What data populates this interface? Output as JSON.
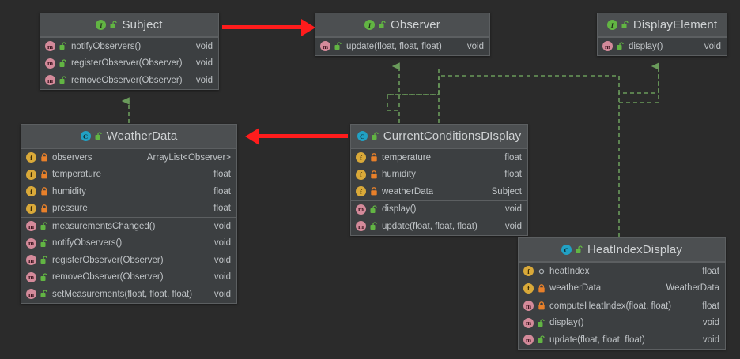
{
  "diagram": {
    "kind": "uml-class-diagram",
    "background": "#2b2b2b",
    "colors": {
      "node_body": "#3c3f41",
      "node_header": "#4c4f51",
      "border": "#5c5f61",
      "text": "#bfc3c6",
      "title_text": "#cfd2d4",
      "interface_icon": "#62b543",
      "class_icon": "#21a1c4",
      "field_icon": "#d9a939",
      "method_icon": "#d48a9a",
      "private_lock": "#e8802a",
      "public_lock": "#62b543",
      "inheritance_link": "#6a9b5b",
      "emphasis_arrow": "#ff1c1c"
    },
    "nodes": [
      {
        "id": "subject",
        "name": "Subject",
        "stereotype": "interface",
        "kind_icon": "interface-icon",
        "visibility": "public",
        "sections": [
          {
            "members": [
              {
                "icon": "method-icon",
                "visibility": "public",
                "name": "notifyObservers()",
                "type": "void"
              },
              {
                "icon": "method-icon",
                "visibility": "public",
                "name": "registerObserver(Observer)",
                "type": "void"
              },
              {
                "icon": "method-icon",
                "visibility": "public",
                "name": "removeObserver(Observer)",
                "type": "void"
              }
            ]
          }
        ]
      },
      {
        "id": "observer",
        "name": "Observer",
        "stereotype": "interface",
        "kind_icon": "interface-icon",
        "visibility": "public",
        "sections": [
          {
            "members": [
              {
                "icon": "method-icon",
                "visibility": "public",
                "name": "update(float, float, float)",
                "type": "void"
              }
            ]
          }
        ]
      },
      {
        "id": "displayelement",
        "name": "DisplayElement",
        "stereotype": "interface",
        "kind_icon": "interface-icon",
        "visibility": "public",
        "sections": [
          {
            "members": [
              {
                "icon": "method-icon",
                "visibility": "public",
                "name": "display()",
                "type": "void"
              }
            ]
          }
        ]
      },
      {
        "id": "weatherdata",
        "name": "WeatherData",
        "stereotype": "class",
        "kind_icon": "class-icon",
        "visibility": "public",
        "sections": [
          {
            "members": [
              {
                "icon": "field-icon",
                "visibility": "private",
                "name": "observers",
                "type": "ArrayList<Observer>"
              },
              {
                "icon": "field-icon",
                "visibility": "private",
                "name": "temperature",
                "type": "float"
              },
              {
                "icon": "field-icon",
                "visibility": "private",
                "name": "humidity",
                "type": "float"
              },
              {
                "icon": "field-icon",
                "visibility": "private",
                "name": "pressure",
                "type": "float"
              }
            ]
          },
          {
            "members": [
              {
                "icon": "method-icon",
                "visibility": "public",
                "name": "measurementsChanged()",
                "type": "void"
              },
              {
                "icon": "method-icon",
                "visibility": "public",
                "name": "notifyObservers()",
                "type": "void"
              },
              {
                "icon": "method-icon",
                "visibility": "public",
                "name": "registerObserver(Observer)",
                "type": "void"
              },
              {
                "icon": "method-icon",
                "visibility": "public",
                "name": "removeObserver(Observer)",
                "type": "void"
              },
              {
                "icon": "method-icon",
                "visibility": "public",
                "name": "setMeasurements(float, float, float)",
                "type": "void"
              }
            ]
          }
        ]
      },
      {
        "id": "currentconditions",
        "name": "CurrentConditionsDIsplay",
        "stereotype": "class",
        "kind_icon": "class-icon",
        "visibility": "public",
        "sections": [
          {
            "members": [
              {
                "icon": "field-icon",
                "visibility": "private",
                "name": "temperature",
                "type": "float"
              },
              {
                "icon": "field-icon",
                "visibility": "private",
                "name": "humidity",
                "type": "float"
              },
              {
                "icon": "field-icon",
                "visibility": "private",
                "name": "weatherData",
                "type": "Subject"
              }
            ]
          },
          {
            "members": [
              {
                "icon": "method-icon",
                "visibility": "public",
                "name": "display()",
                "type": "void"
              },
              {
                "icon": "method-icon",
                "visibility": "public",
                "name": "update(float, float, float)",
                "type": "void"
              }
            ]
          }
        ]
      },
      {
        "id": "heatindexdisplay",
        "name": "HeatIndexDisplay",
        "stereotype": "class",
        "kind_icon": "class-icon",
        "visibility": "public",
        "sections": [
          {
            "members": [
              {
                "icon": "field-icon",
                "visibility": "package-private",
                "name": "heatIndex",
                "type": "float"
              },
              {
                "icon": "field-icon",
                "visibility": "private",
                "name": "weatherData",
                "type": "WeatherData"
              }
            ]
          },
          {
            "members": [
              {
                "icon": "method-icon",
                "visibility": "private",
                "name": "computeHeatIndex(float, float)",
                "type": "float"
              },
              {
                "icon": "method-icon",
                "visibility": "public",
                "name": "display()",
                "type": "void"
              },
              {
                "icon": "method-icon",
                "visibility": "public",
                "name": "update(float, float, float)",
                "type": "void"
              }
            ]
          }
        ]
      }
    ],
    "links": [
      {
        "id": "weatherdata-implements-subject",
        "from": "weatherdata",
        "to": "subject",
        "style": "dashed",
        "arrow": "triangle-filled",
        "relation": "realization"
      },
      {
        "id": "currentconditions-implements-observer",
        "from": "currentconditions",
        "to": "observer",
        "style": "dashed",
        "arrow": "triangle-filled",
        "relation": "realization"
      },
      {
        "id": "currentconditions-implements-displayelement",
        "from": "currentconditions",
        "to": "displayelement",
        "style": "dashed",
        "arrow": "triangle-filled",
        "relation": "realization"
      },
      {
        "id": "heatindexdisplay-implements-observer",
        "from": "heatindexdisplay",
        "to": "observer",
        "style": "dashed",
        "arrow": "triangle-filled",
        "relation": "realization"
      },
      {
        "id": "heatindexdisplay-implements-displayelement",
        "from": "heatindexdisplay",
        "to": "displayelement",
        "style": "dashed",
        "arrow": "triangle-filled",
        "relation": "realization"
      }
    ],
    "emphasis_arrows": [
      {
        "id": "subject-to-observer",
        "direction": "right",
        "color": "#ff1c1c"
      },
      {
        "id": "currentconditions-to-weatherdata",
        "direction": "left",
        "color": "#ff1c1c"
      }
    ]
  }
}
